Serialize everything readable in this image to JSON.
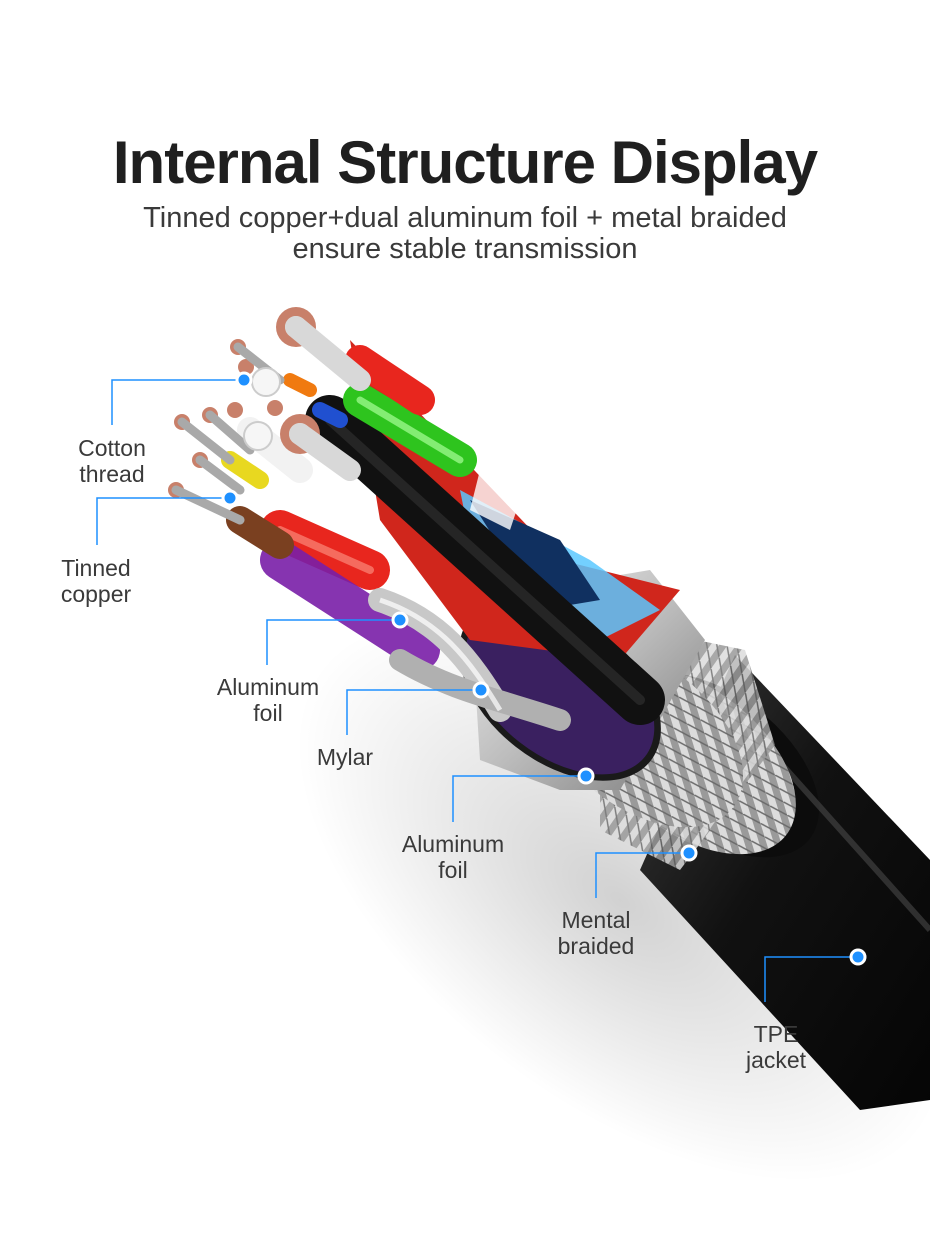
{
  "header": {
    "title": "Internal Structure Display",
    "subtitle_line1": "Tinned copper+dual aluminum foil + metal braided",
    "subtitle_line2": "ensure stable transmission"
  },
  "callouts": [
    {
      "line1": "Cotton",
      "line2": "thread"
    },
    {
      "line1": "Tinned",
      "line2": "copper"
    },
    {
      "line1": "Aluminum",
      "line2": "foil"
    },
    {
      "line1": "Mylar",
      "line2": ""
    },
    {
      "line1": "Aluminum",
      "line2": "foil"
    },
    {
      "line1": "Mental",
      "line2": "braided"
    },
    {
      "line1": "TPE",
      "line2": "jacket"
    }
  ],
  "colors": {
    "accent": "#1e90ff",
    "jacket": "#1a1a1a",
    "wire_red": "#e8261e",
    "wire_green": "#2ec41e",
    "wire_purple": "#7a1fa8",
    "wire_blue": "#2050d0",
    "wire_yellow": "#e8d820",
    "wire_orange": "#f07a10",
    "wire_brown": "#7a4020",
    "copper": "#c8806a"
  }
}
